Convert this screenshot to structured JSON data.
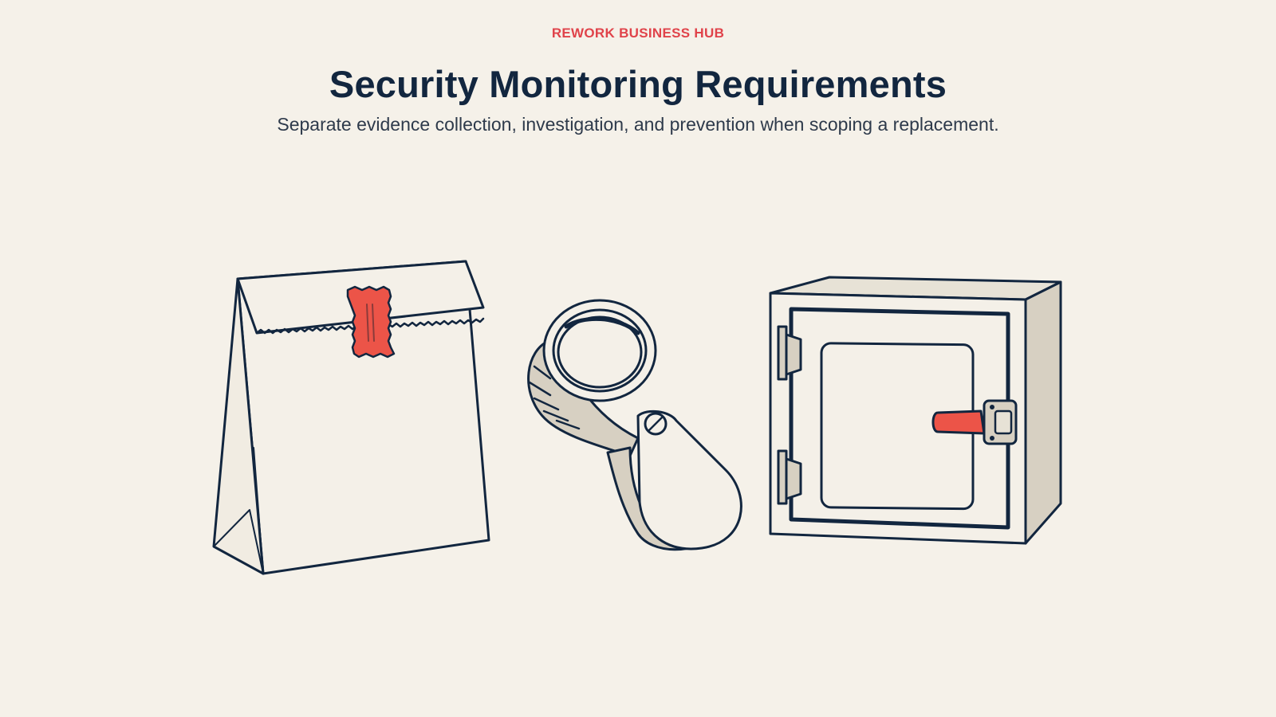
{
  "header": {
    "eyebrow": "REWORK BUSINESS HUB",
    "title": "Security Monitoring Requirements",
    "subtitle": "Separate evidence collection, investigation, and prevention when scoping a replacement."
  },
  "illustration": {
    "items": [
      {
        "icon": "evidence-bag-icon"
      },
      {
        "icon": "magnifying-loupe-icon"
      },
      {
        "icon": "safe-icon"
      }
    ]
  },
  "colors": {
    "background": "#f5f1e9",
    "ink": "#12263f",
    "accent": "#ec5448",
    "eyebrow": "#e0434a",
    "paper": "#f4f0e8",
    "shade": "#d7d0c2"
  }
}
